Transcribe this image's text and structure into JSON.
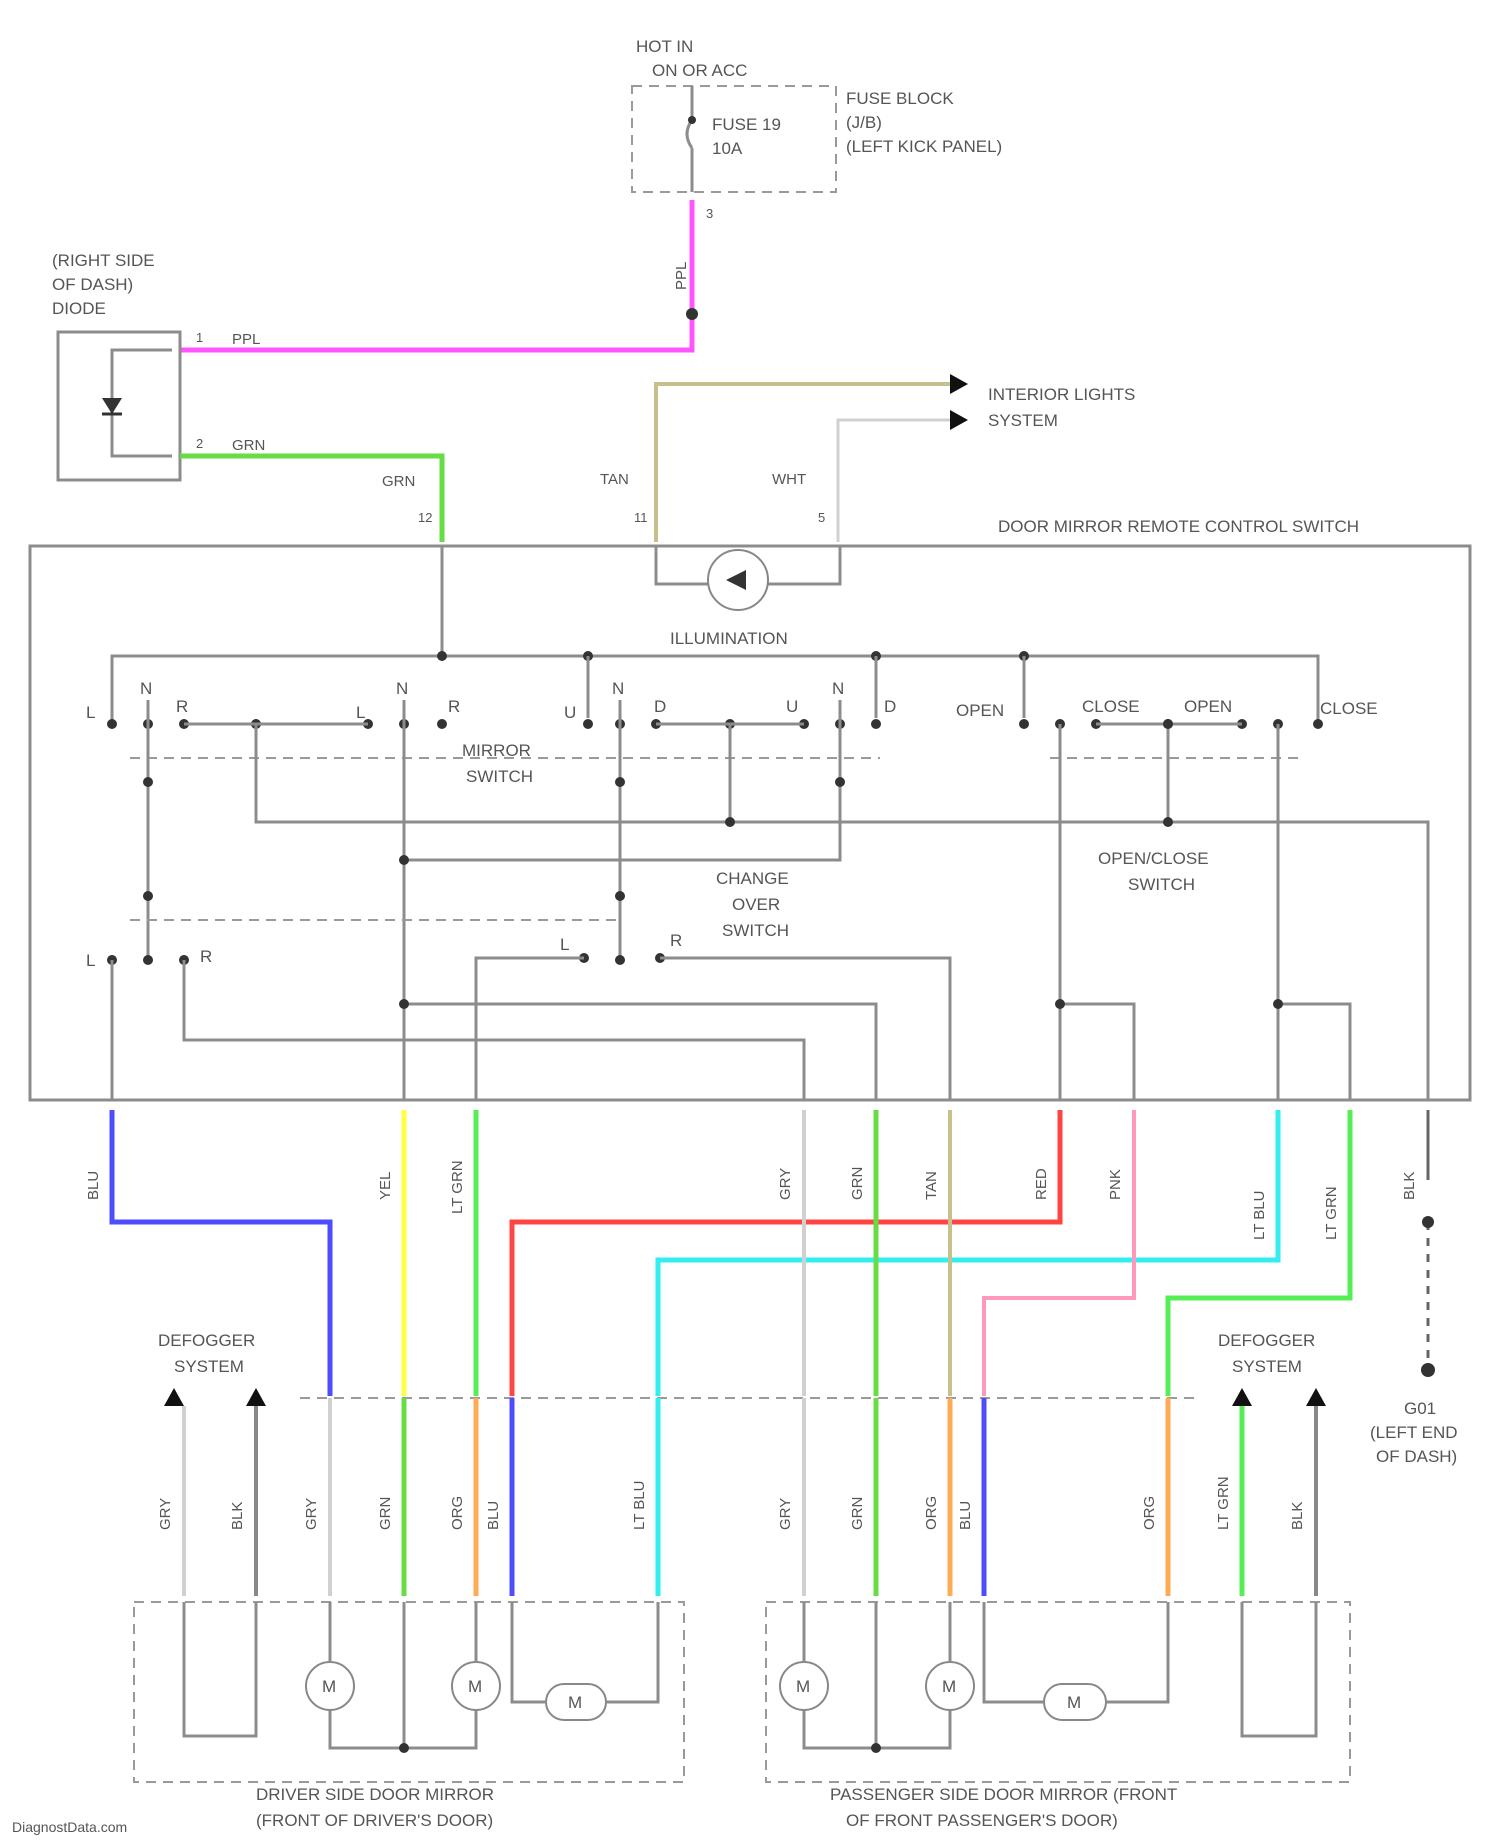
{
  "labels": {
    "hot_in": "HOT IN",
    "on_or_acc": "ON OR ACC",
    "fuse_name": "FUSE 19",
    "fuse_amp": "10A",
    "fuse_block": "FUSE BLOCK",
    "fuse_block_code": "(J/B)",
    "fuse_block_loc": "(LEFT KICK PANEL)",
    "diode_line1": "(RIGHT SIDE",
    "diode_line2": "OF DASH)",
    "diode_line3": "DIODE",
    "interior_lights_1": "INTERIOR LIGHTS",
    "interior_lights_2": "SYSTEM",
    "switch_title": "DOOR MIRROR REMOTE CONTROL SWITCH",
    "illumination": "ILLUMINATION",
    "mirror_switch_1": "MIRROR",
    "mirror_switch_2": "SWITCH",
    "changeover_1": "CHANGE",
    "changeover_2": "OVER",
    "changeover_3": "SWITCH",
    "openclose_1": "OPEN/CLOSE",
    "openclose_2": "SWITCH",
    "defogger_1": "DEFOGGER",
    "defogger_2": "SYSTEM",
    "ground_1": "G01",
    "ground_2": "(LEFT END",
    "ground_3": "OF DASH)",
    "driver_mirror_1": "DRIVER SIDE DOOR MIRROR",
    "driver_mirror_2": "(FRONT OF DRIVER'S DOOR)",
    "pass_mirror_1": "PASSENGER SIDE DOOR MIRROR (FRONT",
    "pass_mirror_2": "OF FRONT PASSENGER'S DOOR)",
    "watermark": "DiagnostData.com",
    "motor": "M"
  },
  "switch_contacts": {
    "L": "L",
    "N": "N",
    "R": "R",
    "U": "U",
    "D": "D",
    "open": "OPEN",
    "close": "CLOSE"
  },
  "wires": {
    "ppl": "PPL",
    "grn": "GRN",
    "tan": "TAN",
    "wht": "WHT",
    "blu": "BLU",
    "yel": "YEL",
    "lt_grn": "LT GRN",
    "red": "RED",
    "lt_blu": "LT BLU",
    "gry": "GRY",
    "pnk": "PNK",
    "blk": "BLK",
    "org": "ORG"
  },
  "pins": {
    "fuse_out": "3",
    "diode_1": "1",
    "diode_2": "2",
    "sw_grn": "12",
    "sw_tan": "11",
    "sw_wht": "5"
  },
  "colors": {
    "ppl": "#ff55ff",
    "grn": "#66dd44",
    "tan": "#c8c08a",
    "blu": "#4d4dff",
    "yel": "#ffff44",
    "lt_grn": "#55ee55",
    "red": "#ff4444",
    "lt_blu": "#33eeee",
    "pnk": "#ff99bb",
    "org": "#ffaa55",
    "gry": "#c8c8c8",
    "blk": "#666666",
    "wire": "#8c8c8c"
  }
}
